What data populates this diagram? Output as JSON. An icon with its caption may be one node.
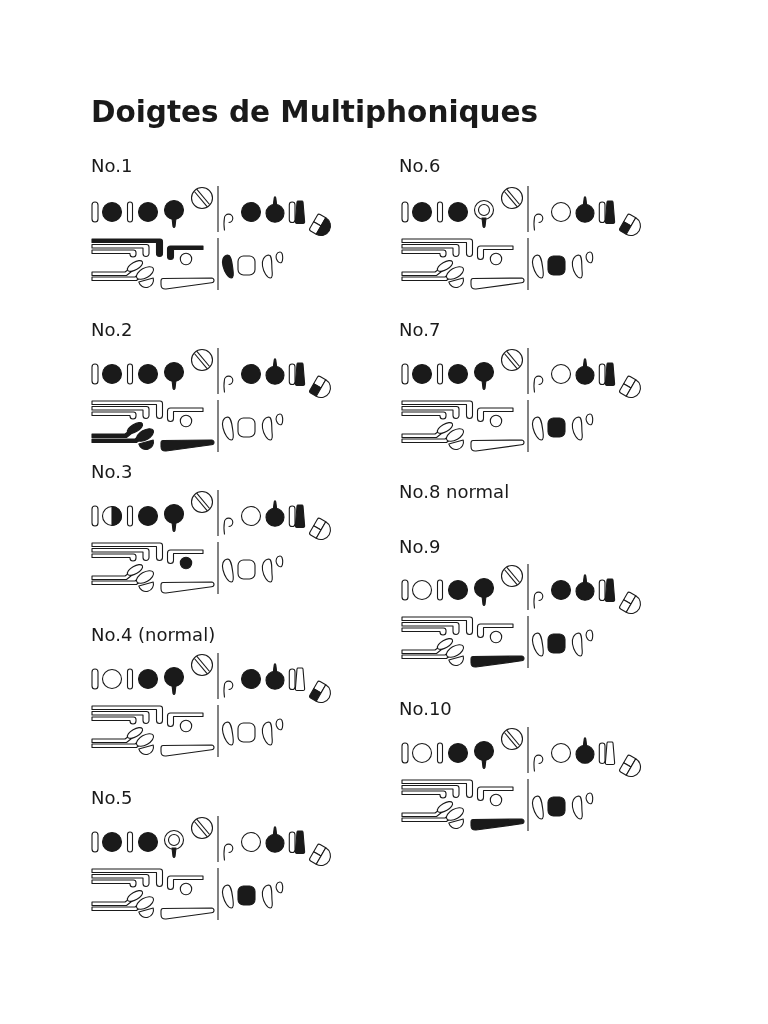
{
  "diagram": {
    "title": "Doigtes de Multiphoniques",
    "labels": [
      "No.1",
      "No.2",
      "No.3",
      "No.4 (normal)",
      "No.5",
      "No.6",
      "No.7",
      "No.8 normal",
      "No.9",
      "No.10"
    ]
  }
}
